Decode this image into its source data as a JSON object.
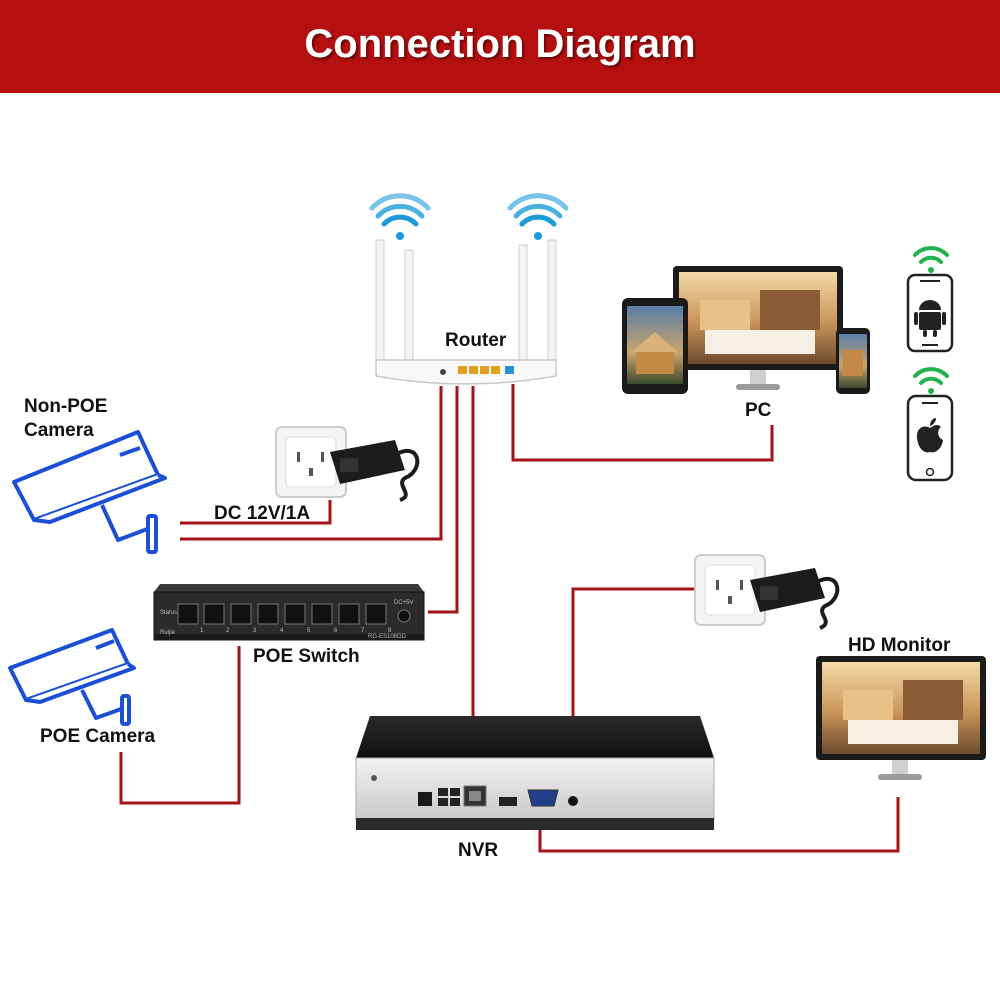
{
  "title": "Connection Diagram",
  "labels": {
    "router": "Router",
    "non_poe_camera_line1": "Non-POE",
    "non_poe_camera_line2": "Camera",
    "dc_power": "DC 12V/1A",
    "poe_switch": "POE Switch",
    "poe_camera": "POE Camera",
    "pc": "PC",
    "hd_monitor": "HD Monitor",
    "nvr": "NVR"
  },
  "device_text": {
    "switch_model": "RG-ES108GD",
    "switch_brand": "Ruijie",
    "switch_status": "Status",
    "switch_dc": "DC+5V",
    "switch_ports": [
      "1",
      "2",
      "3",
      "4",
      "5",
      "6",
      "7",
      "8"
    ]
  },
  "colors": {
    "banner": "#b50f0f",
    "connection_line": "#a31318",
    "camera_outline": "#1a4fd6",
    "wifi": "#1e9bd7",
    "phone_wifi": "#22b14c"
  }
}
